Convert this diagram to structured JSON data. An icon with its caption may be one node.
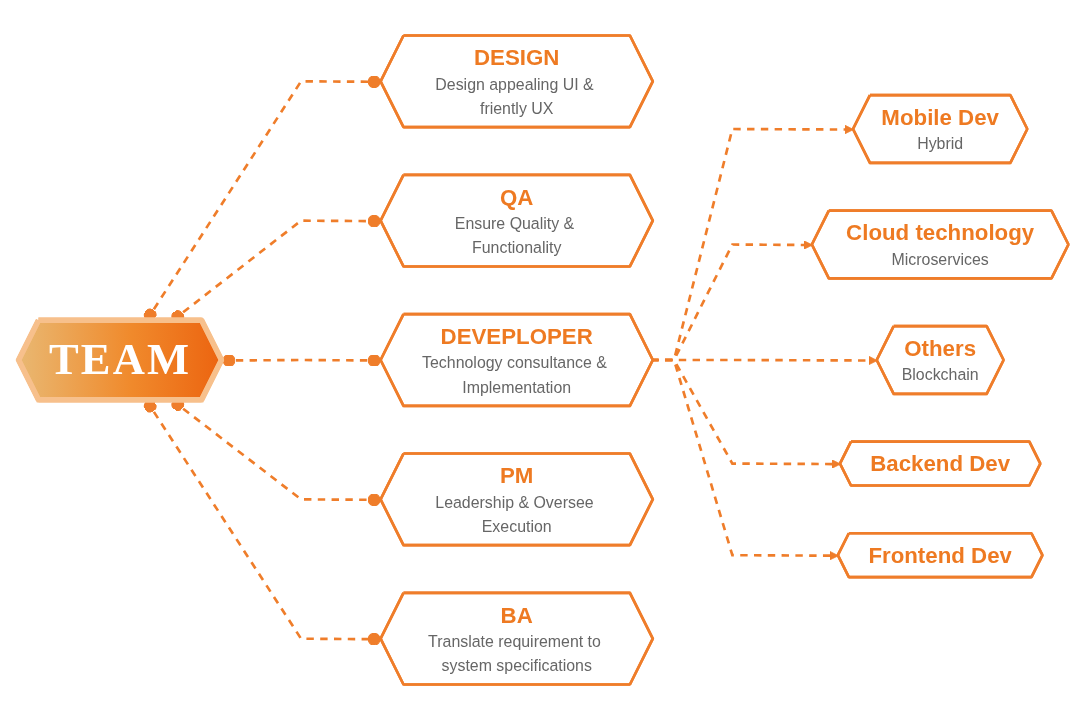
{
  "diagram": {
    "nodes": [
      {
        "text": [
          "TEAM"
        ]
      },
      {
        "text": [
          "DESIGN",
          "Design appealing UI & friently UX"
        ]
      },
      {
        "text": [
          "QA",
          "Ensure Quality & Functionality"
        ]
      },
      {
        "text": [
          "DEVEPLOPER",
          "Technology consultance & Implementation"
        ]
      },
      {
        "text": [
          "PM",
          "Leadership & Oversee Execution"
        ]
      },
      {
        "text": [
          "BA",
          "Translate requirement to system specifications"
        ]
      },
      {
        "text": [
          "Mobile Dev",
          "Hybrid"
        ]
      },
      {
        "text": [
          "Cloud technology",
          "Microservices"
        ]
      },
      {
        "text": [
          "Others",
          "Blockchain"
        ]
      },
      {
        "text": [
          "Backend Dev"
        ]
      },
      {
        "text": [
          "Frontend Dev"
        ]
      }
    ],
    "edges": [
      {
        "from": 0,
        "to": 1,
        "arrow": "other",
        "style": "dashed"
      },
      {
        "from": 0,
        "to": 2,
        "arrow": "other",
        "style": "dashed"
      },
      {
        "from": 0,
        "to": 3,
        "arrow": "other",
        "style": "dashed"
      },
      {
        "from": 0,
        "to": 4,
        "arrow": "other",
        "style": "dashed"
      },
      {
        "from": 0,
        "to": 5,
        "arrow": "other",
        "style": "dashed"
      },
      {
        "from": 3,
        "to": 6,
        "arrow": "to",
        "style": "dashed"
      },
      {
        "from": 3,
        "to": 7,
        "arrow": "to",
        "style": "dashed"
      },
      {
        "from": 3,
        "to": 8,
        "arrow": "to",
        "style": "dashed"
      },
      {
        "from": 3,
        "to": 9,
        "arrow": "to",
        "style": "dashed"
      },
      {
        "from": 3,
        "to": 10,
        "arrow": "to",
        "style": "dashed"
      }
    ]
  }
}
